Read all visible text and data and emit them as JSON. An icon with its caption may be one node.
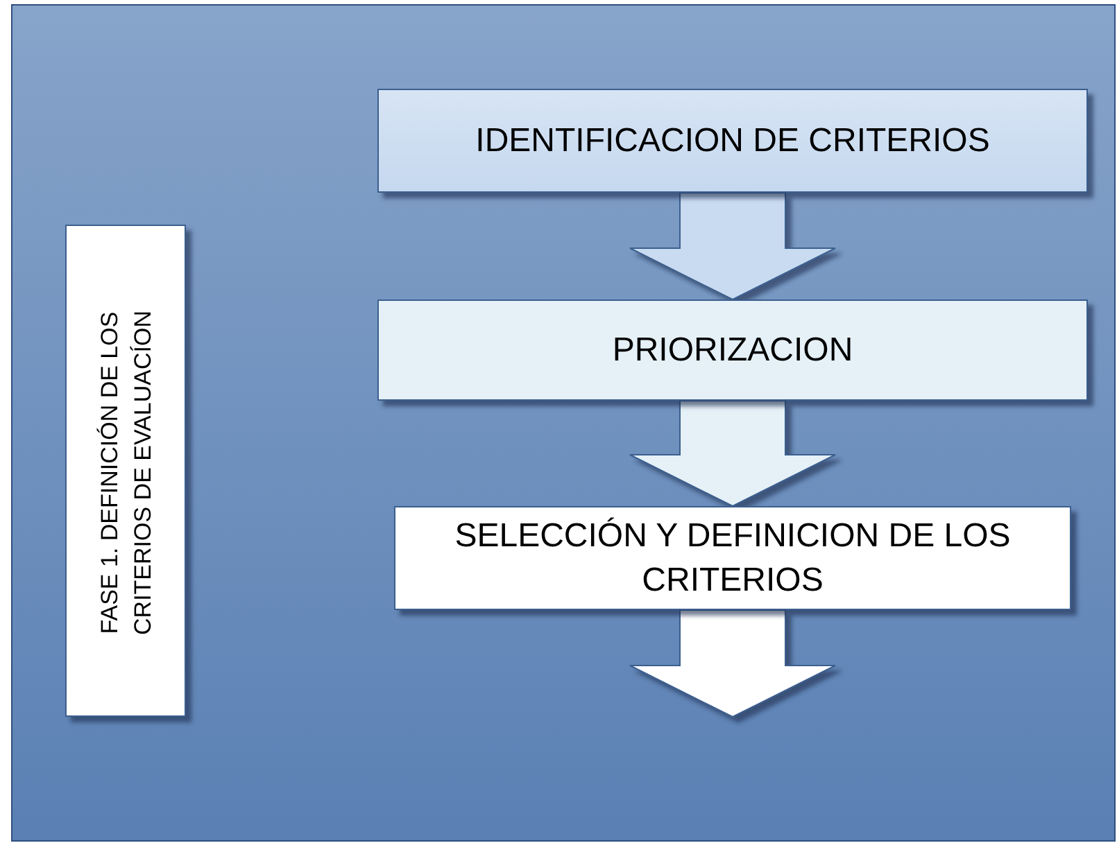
{
  "diagram": {
    "nodes": [
      {
        "text": [
          "FASE 1. DEFINICIÓN DE LOS CRITERIOS DE EVALUACÍON"
        ]
      },
      {
        "text": [
          "IDENTIFICACION DE CRITERIOS"
        ]
      },
      {
        "text": [
          "PRIORIZACION"
        ]
      },
      {
        "text": [
          "SELECCIÓN Y DEFINICION DE LOS CRITERIOS"
        ]
      }
    ],
    "edges": [
      {
        "from": 1,
        "to": 2,
        "arrow": "to"
      },
      {
        "from": 2,
        "to": 3,
        "arrow": "to"
      },
      {
        "from": 3,
        "to": null,
        "arrow": "to"
      }
    ]
  }
}
